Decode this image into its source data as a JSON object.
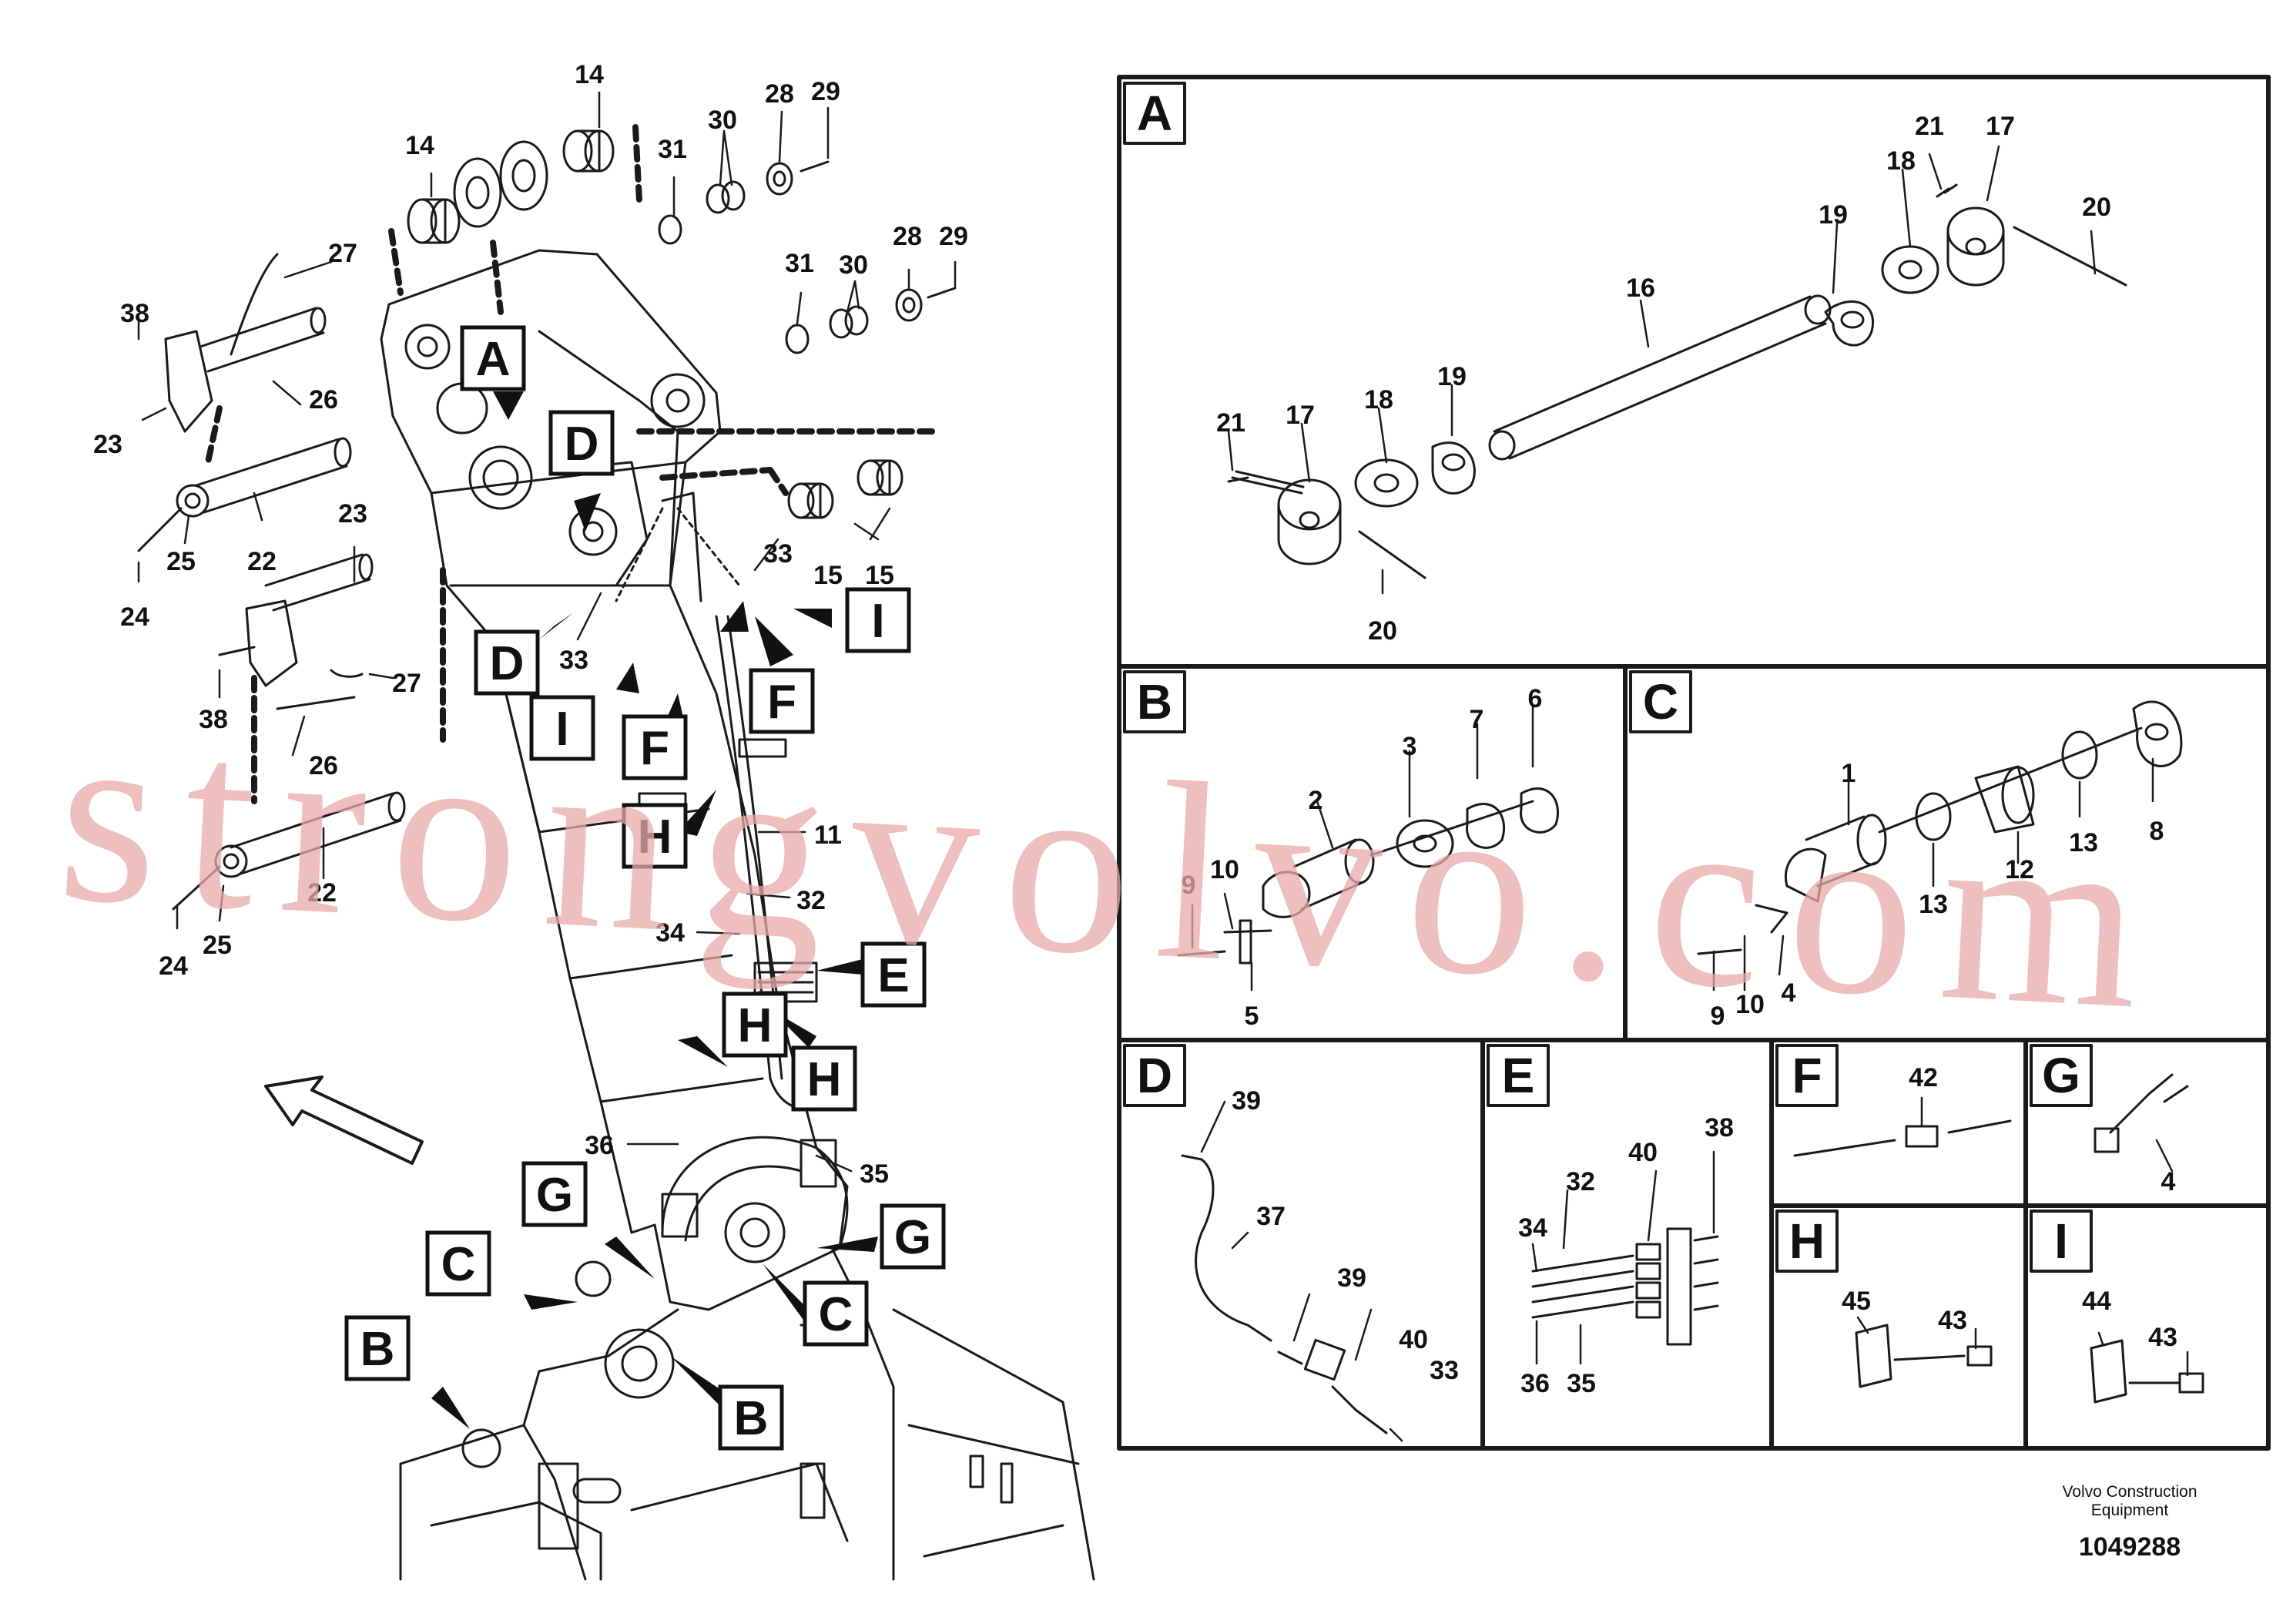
{
  "panels": [
    {
      "id": "A",
      "title": "A"
    },
    {
      "id": "B",
      "title": "B"
    },
    {
      "id": "C",
      "title": "C"
    },
    {
      "id": "D",
      "title": "D"
    },
    {
      "id": "E",
      "title": "E"
    },
    {
      "id": "F",
      "title": "F"
    },
    {
      "id": "G",
      "title": "G"
    },
    {
      "id": "H",
      "title": "H"
    },
    {
      "id": "I",
      "title": "I"
    }
  ],
  "main_callouts": [
    "A",
    "D",
    "D",
    "I",
    "F",
    "H",
    "H",
    "H",
    "G",
    "G",
    "C",
    "C",
    "B",
    "B",
    "E",
    "I",
    "F"
  ],
  "part_numbers": {
    "main": [
      "14",
      "14",
      "31",
      "30",
      "28",
      "29",
      "31",
      "30",
      "28",
      "29",
      "27",
      "38",
      "26",
      "23",
      "22",
      "25",
      "24",
      "23",
      "27",
      "38",
      "26",
      "22",
      "24",
      "25",
      "33",
      "15",
      "15",
      "33",
      "11",
      "32",
      "34",
      "36",
      "35"
    ],
    "panel_A": [
      "21",
      "17",
      "18",
      "19",
      "16",
      "19",
      "18",
      "21",
      "17",
      "20",
      "20"
    ],
    "panel_B": [
      "2",
      "3",
      "7",
      "6",
      "9",
      "10",
      "5"
    ],
    "panel_C": [
      "1",
      "13",
      "12",
      "13",
      "8",
      "9",
      "10",
      "4"
    ],
    "panel_D": [
      "39",
      "37",
      "39",
      "40",
      "33"
    ],
    "panel_E": [
      "38",
      "40",
      "32",
      "34",
      "36",
      "35"
    ],
    "panel_F": [
      "42"
    ],
    "panel_G": [
      "4"
    ],
    "panel_H": [
      "45",
      "43"
    ],
    "panel_I": [
      "44",
      "43"
    ]
  },
  "watermark": "strongvolvo.com",
  "caption": {
    "line1": "Volvo Construction",
    "line2": "Equipment",
    "drawing_number": "1049288"
  }
}
